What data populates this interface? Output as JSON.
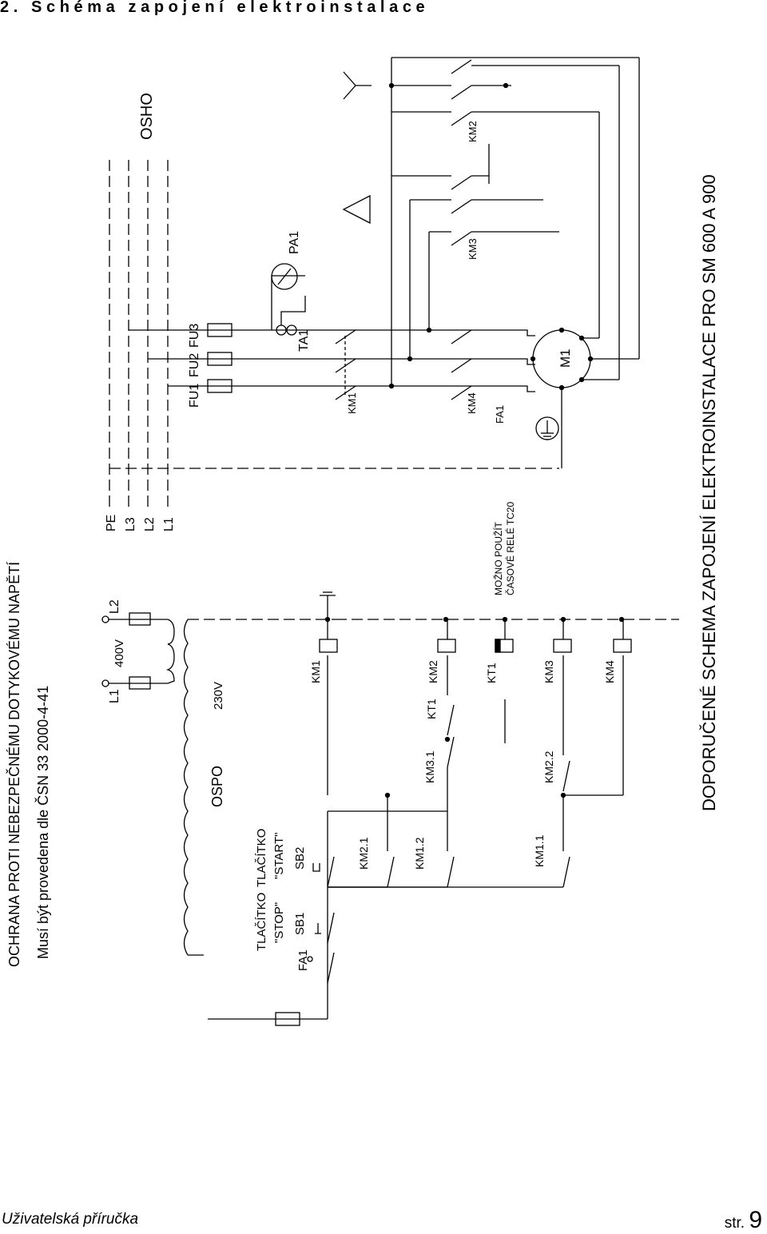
{
  "heading": "2. Schéma zapojení elektroinstalace",
  "footer": {
    "left": "Uživatelská příručka",
    "right_prefix": "str.",
    "page": "9"
  },
  "protection": {
    "line1": "OCHRANA PROTI NEBEZPEČNÉMU DOTYKOVÉMU NAPĚTÍ",
    "line2": "Musí být provedena dle ČSN 33 2000-4-41"
  },
  "caption": "DOPORUČENÉ SCHEMA ZAPOJENÍ ELEKTROINSTALACE PRO SM 600 A 900",
  "power_circuit": {
    "osho": "OSHO",
    "lines": [
      "PE",
      "L3",
      "L2",
      "L1"
    ],
    "fuses": [
      "FU1",
      "FU2",
      "FU3"
    ],
    "ta1": "TA1",
    "pa1": "PA1",
    "motor": "M1",
    "fa1": "FA1",
    "contactors": [
      "KM1",
      "KM4",
      "KM3",
      "KM2"
    ]
  },
  "control_circuit": {
    "ospo": "OSPO",
    "l1": "L1",
    "l2": "L2",
    "v400": "400V",
    "v230": "230V",
    "tlacitko_stop": "TLAČÍTKO",
    "stop": "\"STOP\"",
    "tlacitko_start": "TLAČÍTKO",
    "start": "\"START\"",
    "sb1": "SB1",
    "sb2": "SB2",
    "fa1": "FA1",
    "km21": "KM2.1",
    "km12": "KM1.2",
    "km11": "KM1.1",
    "km31": "KM3.1",
    "kt1": "KT1",
    "km22": "KM2.2",
    "coils": [
      "KM1",
      "KM2",
      "KT1",
      "KM3",
      "KM4"
    ]
  },
  "note": {
    "line1": "MOŽNO POUŽÍT",
    "line2": "ČASOVÉ RELÉ TC20"
  }
}
